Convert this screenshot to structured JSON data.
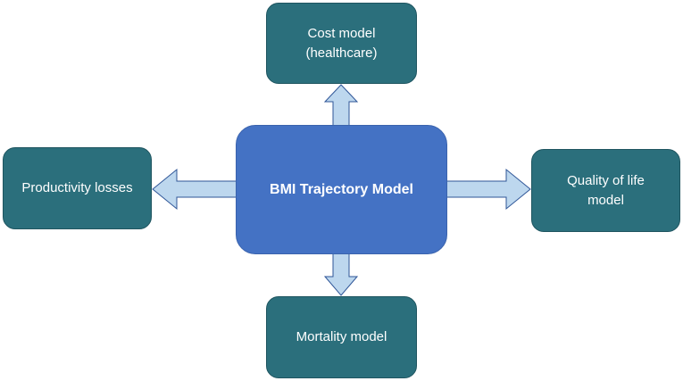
{
  "colors": {
    "center_fill": "#4472c4",
    "center_border": "#3a63ad",
    "outcome_fill": "#2b6f7c",
    "outcome_border": "#1f5560",
    "arrow_fill": "#bdd7ee",
    "arrow_stroke": "#2e5597",
    "text": "#ffffff"
  },
  "center": {
    "label": "BMI Trajectory Model"
  },
  "outcomes": {
    "top": {
      "label": "Cost model\n(healthcare)"
    },
    "left": {
      "label": "Productivity losses"
    },
    "right": {
      "label": "Quality of life\nmodel"
    },
    "bottom": {
      "label": "Mortality  model"
    }
  },
  "arrows": [
    {
      "from": "center",
      "to": "top",
      "icon": "arrow-up"
    },
    {
      "from": "center",
      "to": "left",
      "icon": "arrow-left"
    },
    {
      "from": "center",
      "to": "right",
      "icon": "arrow-right"
    },
    {
      "from": "center",
      "to": "bottom",
      "icon": "arrow-down"
    }
  ]
}
